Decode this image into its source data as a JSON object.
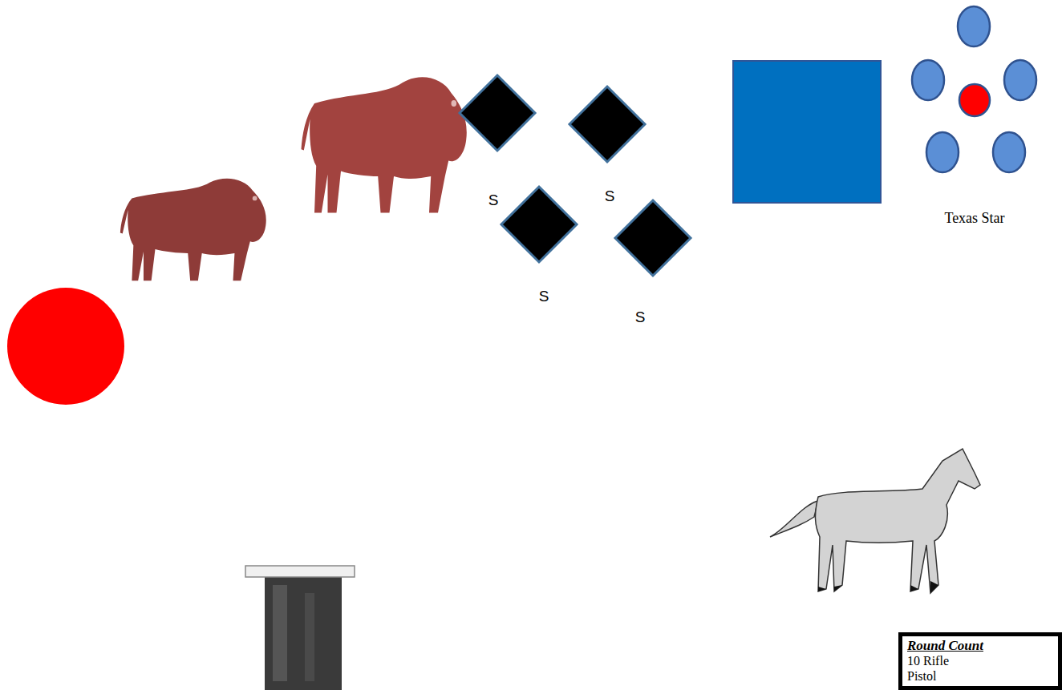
{
  "diagram": {
    "nodes": [
      {
        "text": [
          "S"
        ]
      },
      {
        "text": [
          "S"
        ]
      },
      {
        "text": [
          "Texas Star"
        ]
      },
      {
        "text": [
          "S"
        ]
      },
      {
        "text": [
          "S"
        ]
      },
      {
        "text": [
          "Round Count",
          "10 Rifle",
          "Pistol"
        ]
      }
    ]
  }
}
